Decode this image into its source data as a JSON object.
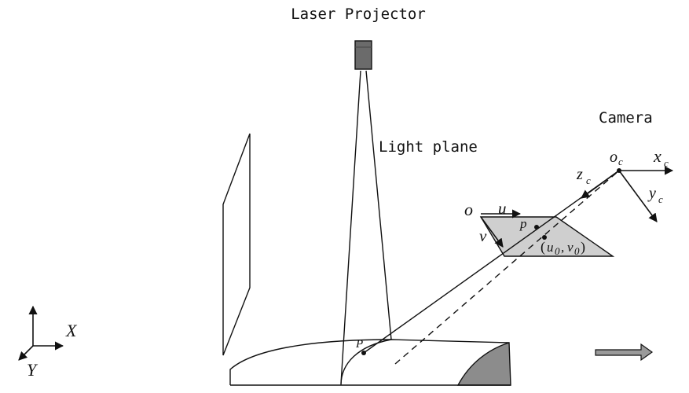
{
  "labels": {
    "laser_projector": "Laser Projector",
    "light_plane": "Light plane",
    "camera": "Camera",
    "world_x": "X",
    "world_y": "Y",
    "image_origin": "o",
    "image_u": "u",
    "image_v": "v",
    "image_point": "p",
    "principal_u": "u",
    "principal_u_sub": "0",
    "principal_comma": ",",
    "principal_v": "v",
    "principal_v_sub": "0",
    "principal_open": "(",
    "principal_close": ")",
    "cam_origin": "o",
    "cam_origin_sub": "c",
    "cam_x": "x",
    "cam_x_sub": "c",
    "cam_y": "y",
    "cam_y_sub": "c",
    "cam_z": "z",
    "cam_z_sub": "c",
    "object_point": "P"
  },
  "colors": {
    "ink": "#111111",
    "projector_body": "#6b6b6b",
    "image_plane_fill": "#cfcfcf",
    "object_end_fill": "#8c8c8c",
    "motion_arrow_fill": "#9a9a9a"
  },
  "icons": {
    "motion": "right-arrow-icon",
    "projector": "laser-projector-icon"
  }
}
